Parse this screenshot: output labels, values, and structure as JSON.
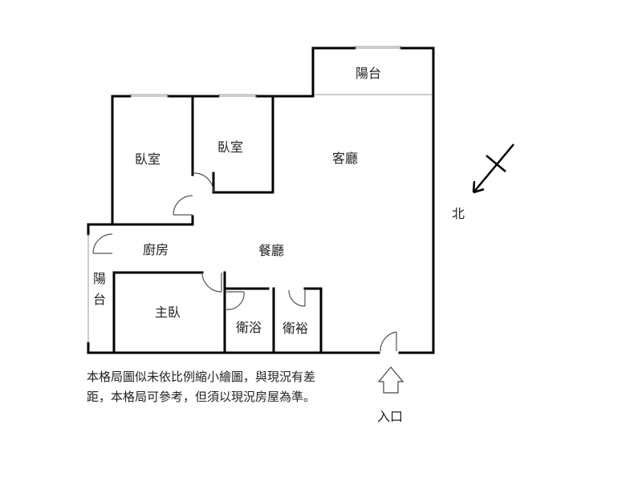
{
  "rooms": {
    "balcony_top": "陽台",
    "bedroom_1": "臥室",
    "bedroom_2": "臥室",
    "living_room": "客廳",
    "kitchen": "廚房",
    "dining_room": "餐廳",
    "balcony_left_top": "陽",
    "balcony_left_bottom": "台",
    "master_bedroom": "主臥",
    "bathroom_1": "衛浴",
    "bathroom_2": "衛裕"
  },
  "compass": {
    "north_label": "北"
  },
  "entrance": {
    "label": "入口"
  },
  "disclaimer": {
    "line1": "本格局圖似未依比例縮小繪圖，與現況有差",
    "line2": "距，本格局可參考，但須以現況房屋為準。"
  }
}
